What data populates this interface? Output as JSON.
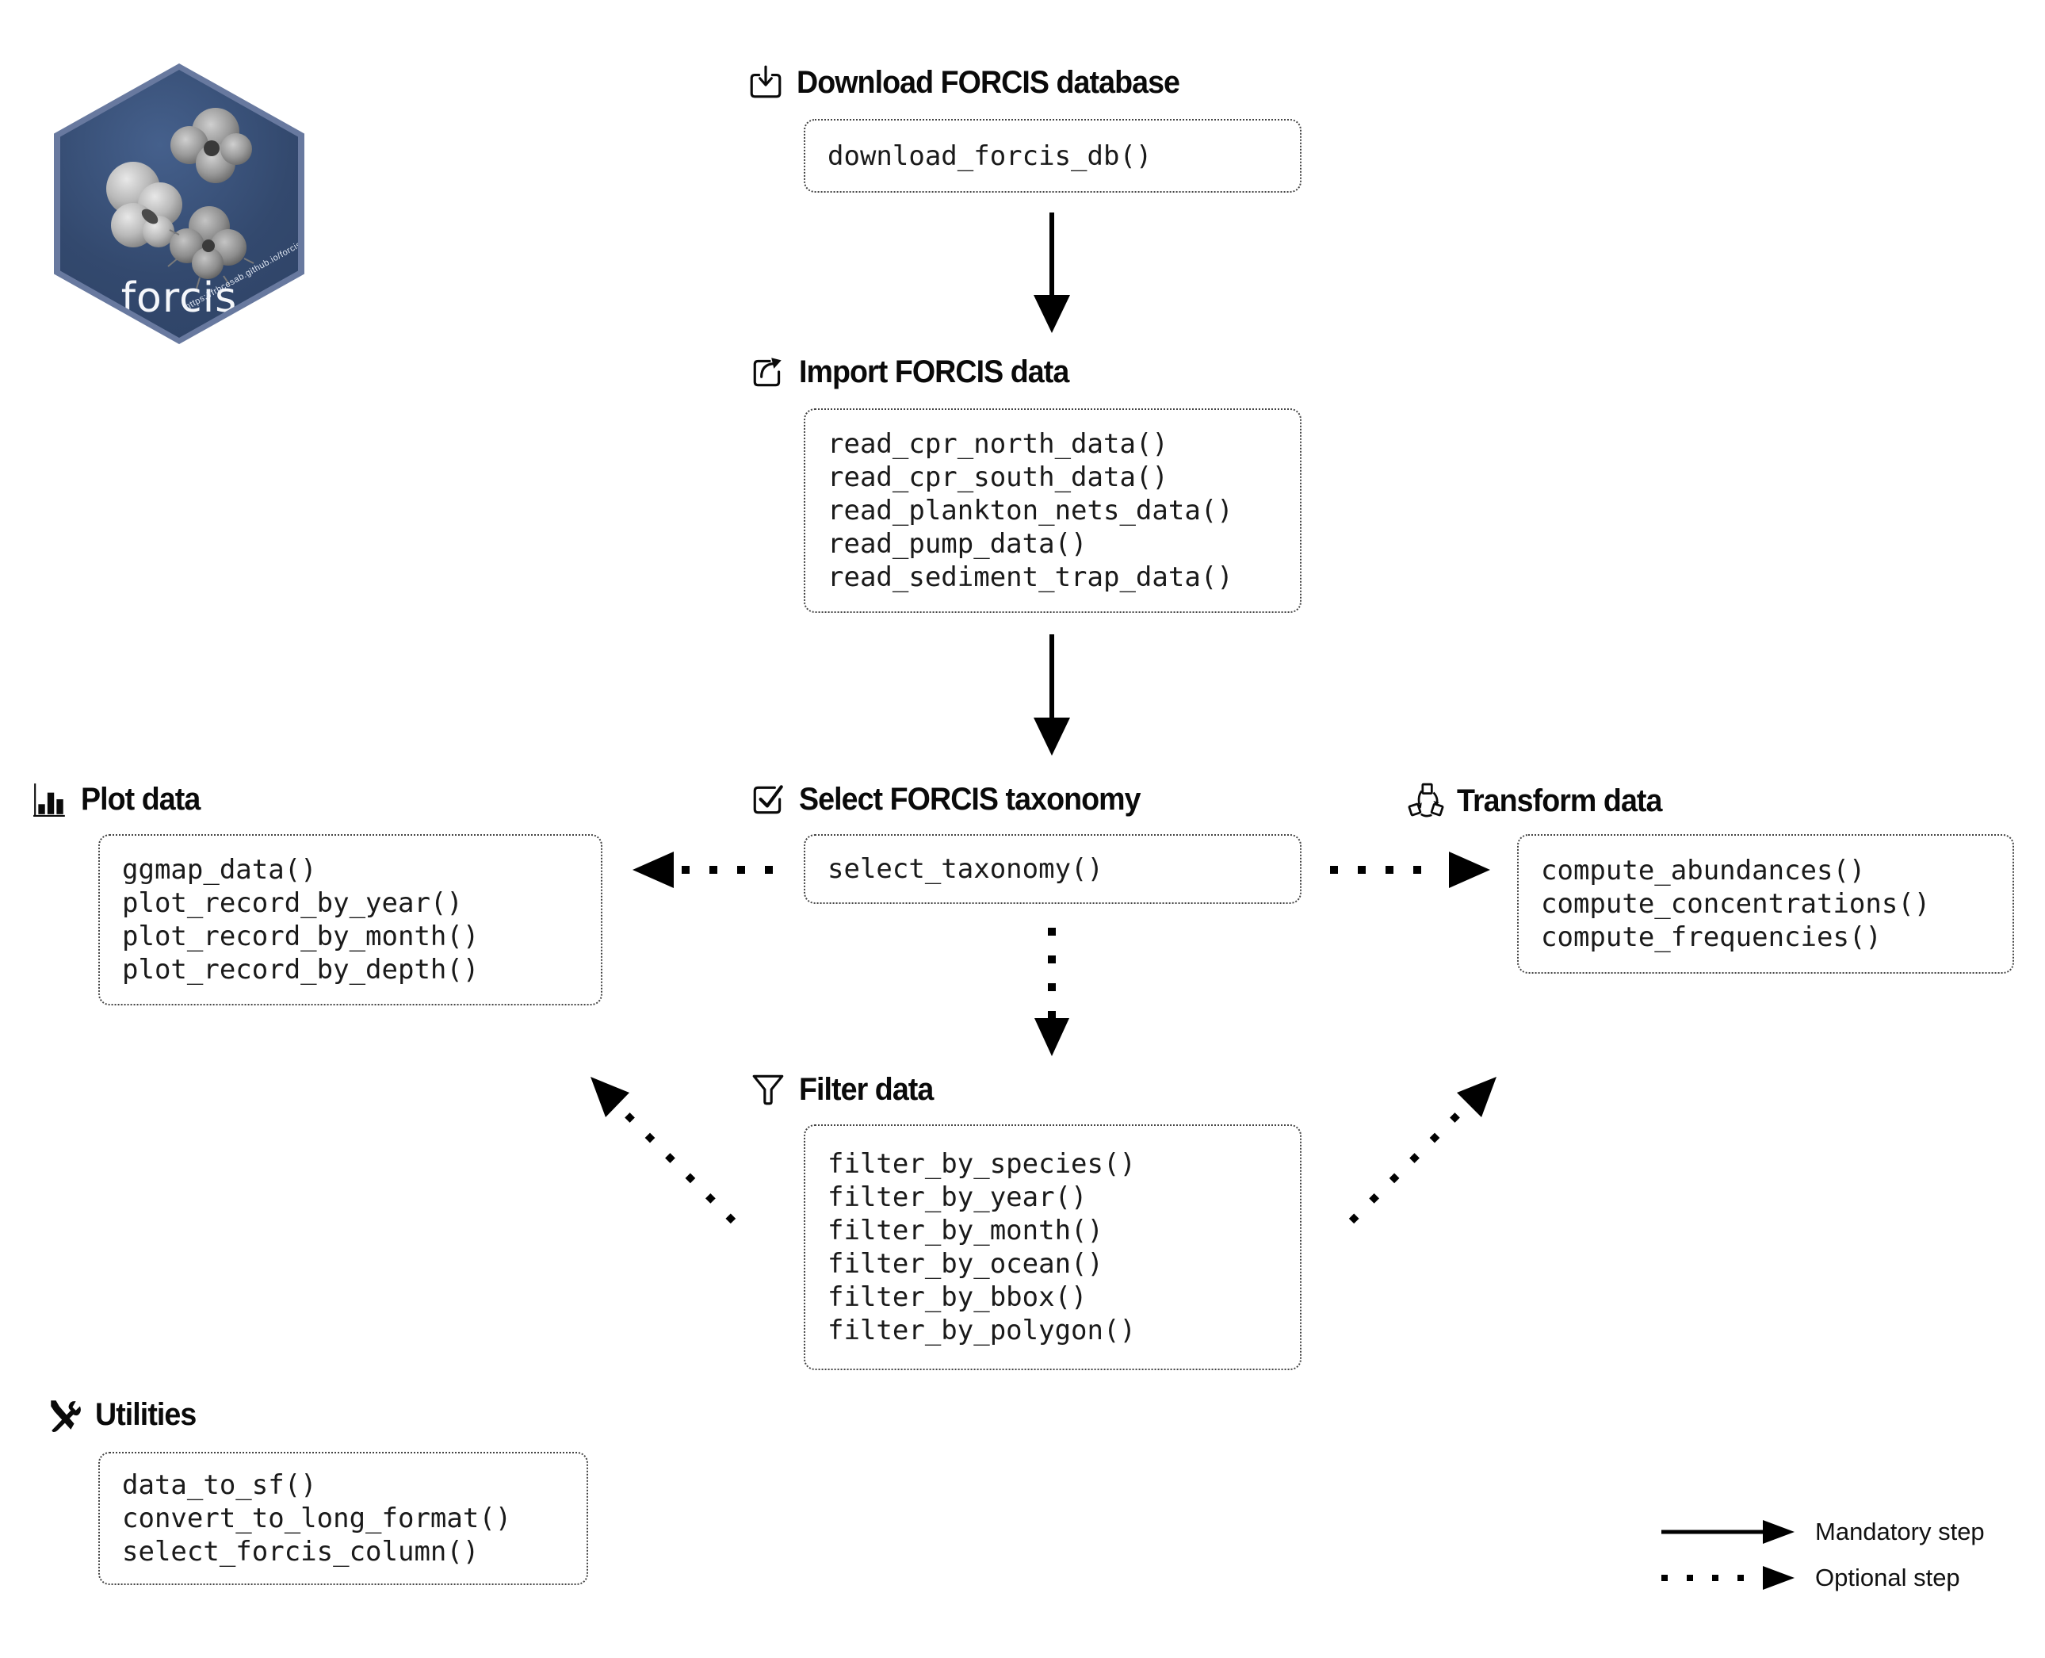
{
  "logo": {
    "label": "forcis",
    "url": "https://frbcesab.github.io/forcis"
  },
  "sections": {
    "download": {
      "title": "Download FORCIS database",
      "functions": [
        "download_forcis_db()"
      ]
    },
    "import": {
      "title": "Import FORCIS data",
      "functions": [
        "read_cpr_north_data()",
        "read_cpr_south_data()",
        "read_plankton_nets_data()",
        "read_pump_data()",
        "read_sediment_trap_data()"
      ]
    },
    "select": {
      "title": "Select FORCIS taxonomy",
      "functions": [
        "select_taxonomy()"
      ]
    },
    "filter": {
      "title": "Filter data",
      "functions": [
        "filter_by_species()",
        "filter_by_year()",
        "filter_by_month()",
        "filter_by_ocean()",
        "filter_by_bbox()",
        "filter_by_polygon()"
      ]
    },
    "plot": {
      "title": "Plot data",
      "functions": [
        "ggmap_data()",
        "plot_record_by_year()",
        "plot_record_by_month()",
        "plot_record_by_depth()"
      ]
    },
    "transform": {
      "title": "Transform data",
      "functions": [
        "compute_abundances()",
        "compute_concentrations()",
        "compute_frequencies()"
      ]
    },
    "utilities": {
      "title": "Utilities",
      "functions": [
        "data_to_sf()",
        "convert_to_long_format()",
        "select_forcis_column()"
      ]
    }
  },
  "legend": {
    "mandatory": "Mandatory step",
    "optional": "Optional step"
  },
  "colors": {
    "logo_fill": "#33496e",
    "logo_border": "#68799f",
    "ink": "#111111"
  }
}
